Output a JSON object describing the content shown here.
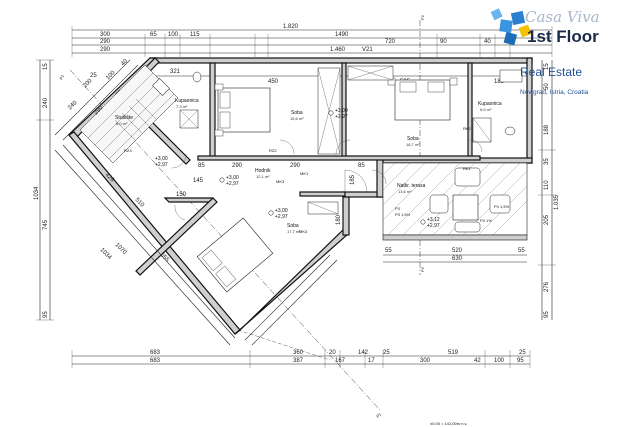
{
  "brand": {
    "script": "Casa Viva",
    "floor": "1st Floor",
    "name": "Real Estate",
    "location": "Novigrad, Istria, Croatia"
  },
  "dims_top": {
    "total": "1.820",
    "row1": [
      "300",
      "65",
      "100",
      "115",
      "1490",
      "720",
      "90",
      "40"
    ],
    "row2": [
      "290",
      "290",
      "1.460",
      "V21"
    ],
    "row3": [
      "85",
      "321",
      "450",
      "535",
      "188"
    ],
    "row_small": [
      "25"
    ]
  },
  "dims_left": [
    "240",
    "1034",
    "745",
    "15",
    "95"
  ],
  "dims_right": [
    "15",
    "50",
    "188",
    "35",
    "110",
    "205",
    "276",
    "1.035",
    "95"
  ],
  "dims_bottom": {
    "row1": [
      "683",
      "360",
      "20",
      "142",
      "25",
      "519",
      "25"
    ],
    "row2": [
      "683",
      "387",
      "167",
      "17",
      "300",
      "42",
      "100",
      "95"
    ]
  },
  "dims_terrace": [
    "55",
    "520",
    "55",
    "630"
  ],
  "dims_interior": [
    "85",
    "290",
    "290",
    "85",
    "145",
    "150",
    "185",
    "180"
  ],
  "dims_diagonal": [
    "200",
    "100",
    "40",
    "290",
    "240",
    "426",
    "510",
    "655",
    "1070",
    "1034"
  ],
  "rooms": [
    {
      "name": "Kupaonica",
      "area": "7,3 m²"
    },
    {
      "name": "Stubište",
      "area": "8,0 m²"
    },
    {
      "name": "Soba",
      "area": "15,6 m²"
    },
    {
      "name": "Soba",
      "area": "18,7 m²"
    },
    {
      "name": "Kupaonica",
      "area": "6,6 m²"
    },
    {
      "name": "Hodnik",
      "area": "12,1 m²"
    },
    {
      "name": "Soba",
      "area": "17,7 m²"
    },
    {
      "name": "Natkr. terasa",
      "area": "13,6 m²"
    }
  ],
  "levels": [
    "+3,00",
    "+2,97",
    "+3,00",
    "+2,97",
    "+3,00",
    "+2,97",
    "+3,00",
    "+2,97",
    "+3,12",
    "+2,97"
  ],
  "tags": [
    "MK1",
    "MK3",
    "MK4",
    "RK1",
    "RK2",
    "RZ2",
    "RZ3",
    "P1",
    "P1",
    "P2",
    "P2",
    "P3",
    "P4 1%",
    "P4 1,5%",
    "P3 1,5%"
  ],
  "footer_note": "±0,00 = 141,00m n.v."
}
